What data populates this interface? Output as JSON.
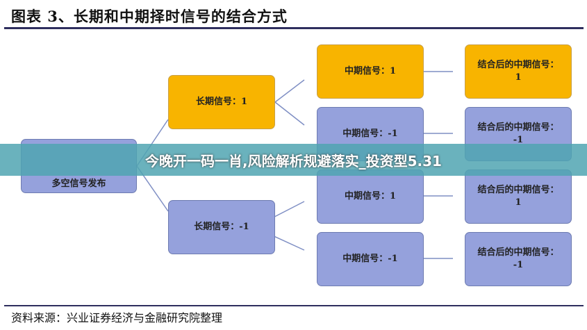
{
  "title": "图表 3、长期和中期择时信号的结合方式",
  "root": "多空信号发布",
  "long": [
    "长期信号：1",
    "长期信号：-1"
  ],
  "mid": [
    "中期信号：1",
    "中期信号：-1",
    "中期信号：1",
    "中期信号：-1"
  ],
  "result_label": "结合后的中期信号：",
  "results": [
    "1",
    "-1",
    "1",
    "-1"
  ],
  "source": "资料来源：兴业证券经济与金融研究院整理",
  "banner": "今晚开一码一肖,风险解析规避落实_投资型5.31",
  "colors": {
    "yellow": "#f8b400",
    "blue": "#95a1dc",
    "banner": "#50a5b2"
  }
}
